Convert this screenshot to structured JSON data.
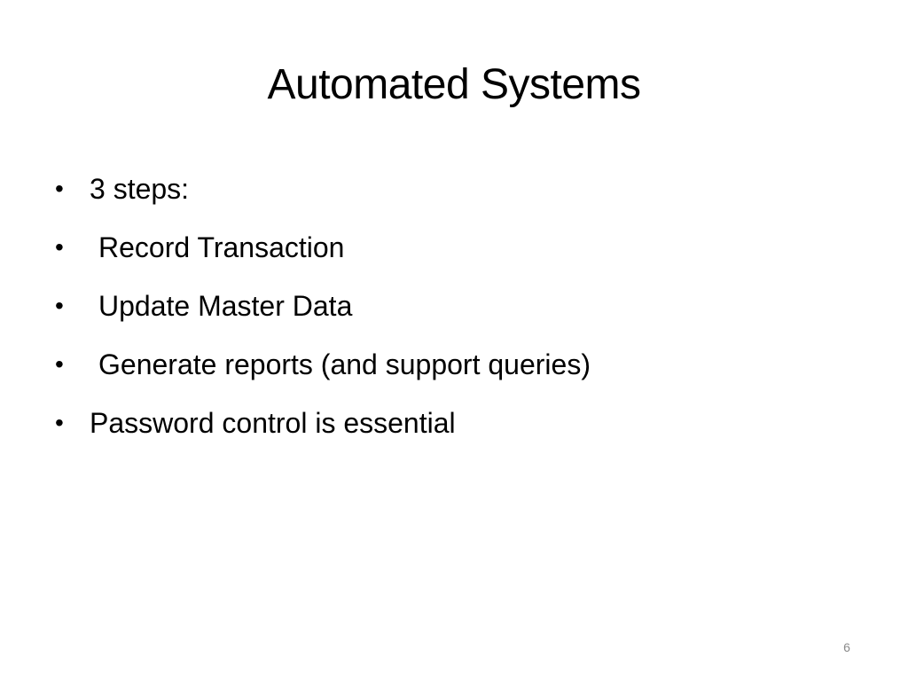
{
  "slide": {
    "title": "Automated Systems",
    "bullets": [
      {
        "symbol": "•",
        "text": "3 steps:"
      },
      {
        "symbol": "•",
        "text": "Record Transaction"
      },
      {
        "symbol": "•",
        "text": "Update Master Data"
      },
      {
        "symbol": "•",
        "text": "Generate reports (and support queries)"
      },
      {
        "symbol": "•",
        "text": "Password control is essential"
      }
    ],
    "page_number": "6"
  },
  "colors": {
    "background": "#ffffff",
    "text": "#000000",
    "page_number": "#8a8a8a"
  }
}
